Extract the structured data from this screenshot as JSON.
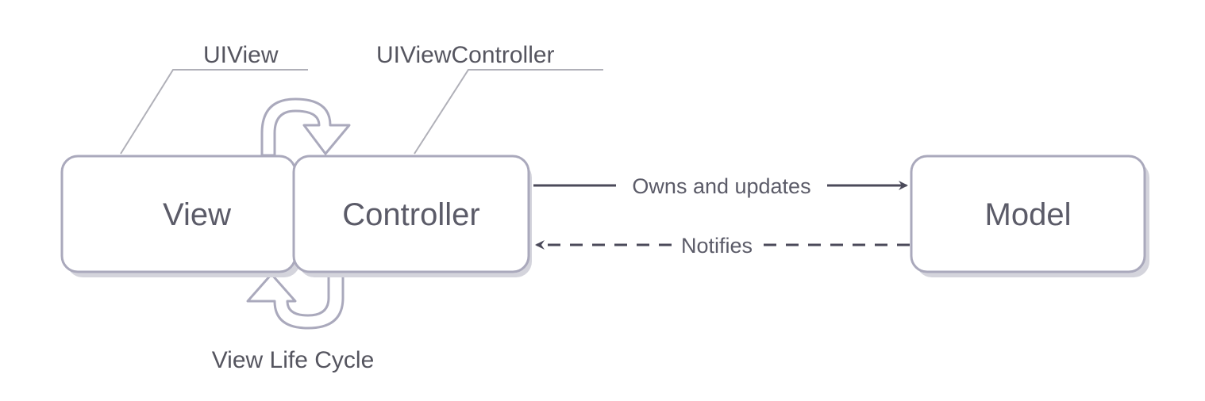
{
  "nodes": {
    "view": "View",
    "controller": "Controller",
    "model": "Model"
  },
  "callouts": {
    "uiview": "UIView",
    "uiviewcontroller": "UIViewController",
    "lifecycle": "View Life Cycle"
  },
  "edges": {
    "owns": "Owns and updates",
    "notifies": "Notifies"
  },
  "colors": {
    "box_fill": "#ffffff",
    "box_stroke": "#aaa9bc",
    "shadow": "#d4d4dc",
    "arrow": "#4b4a5a",
    "leader": "#b0b0b8",
    "text": "#5b5b68"
  }
}
